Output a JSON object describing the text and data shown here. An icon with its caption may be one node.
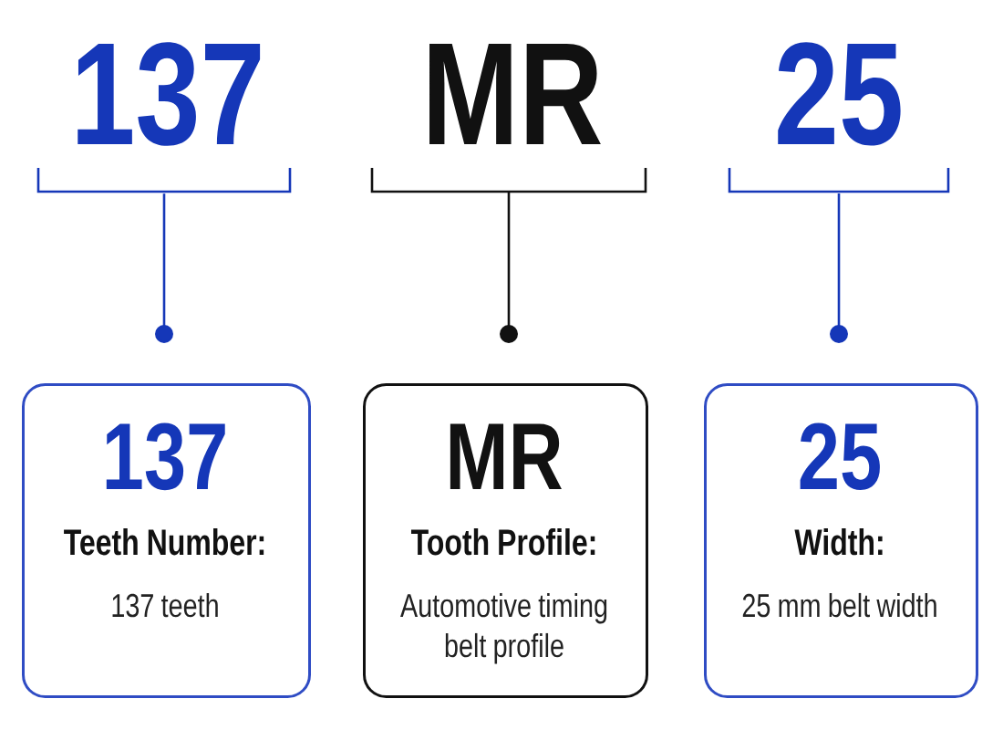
{
  "diagram": {
    "nodes": [
      {
        "text": [
          "137"
        ]
      },
      {
        "text": [
          "MR"
        ]
      },
      {
        "text": [
          "25"
        ]
      },
      {
        "text": [
          "137",
          "Teeth Number:",
          "137 teeth"
        ]
      },
      {
        "text": [
          "MR",
          "Tooth Profile:",
          "Automotive timing belt profile"
        ]
      },
      {
        "text": [
          "25",
          "Width:",
          "25 mm belt width"
        ]
      }
    ],
    "edges": [
      {
        "from": 0,
        "to": 3,
        "arrow": "other"
      },
      {
        "from": 1,
        "to": 4,
        "arrow": "other",
        "color": "#111111"
      },
      {
        "from": 2,
        "to": 5,
        "arrow": "other"
      }
    ]
  }
}
